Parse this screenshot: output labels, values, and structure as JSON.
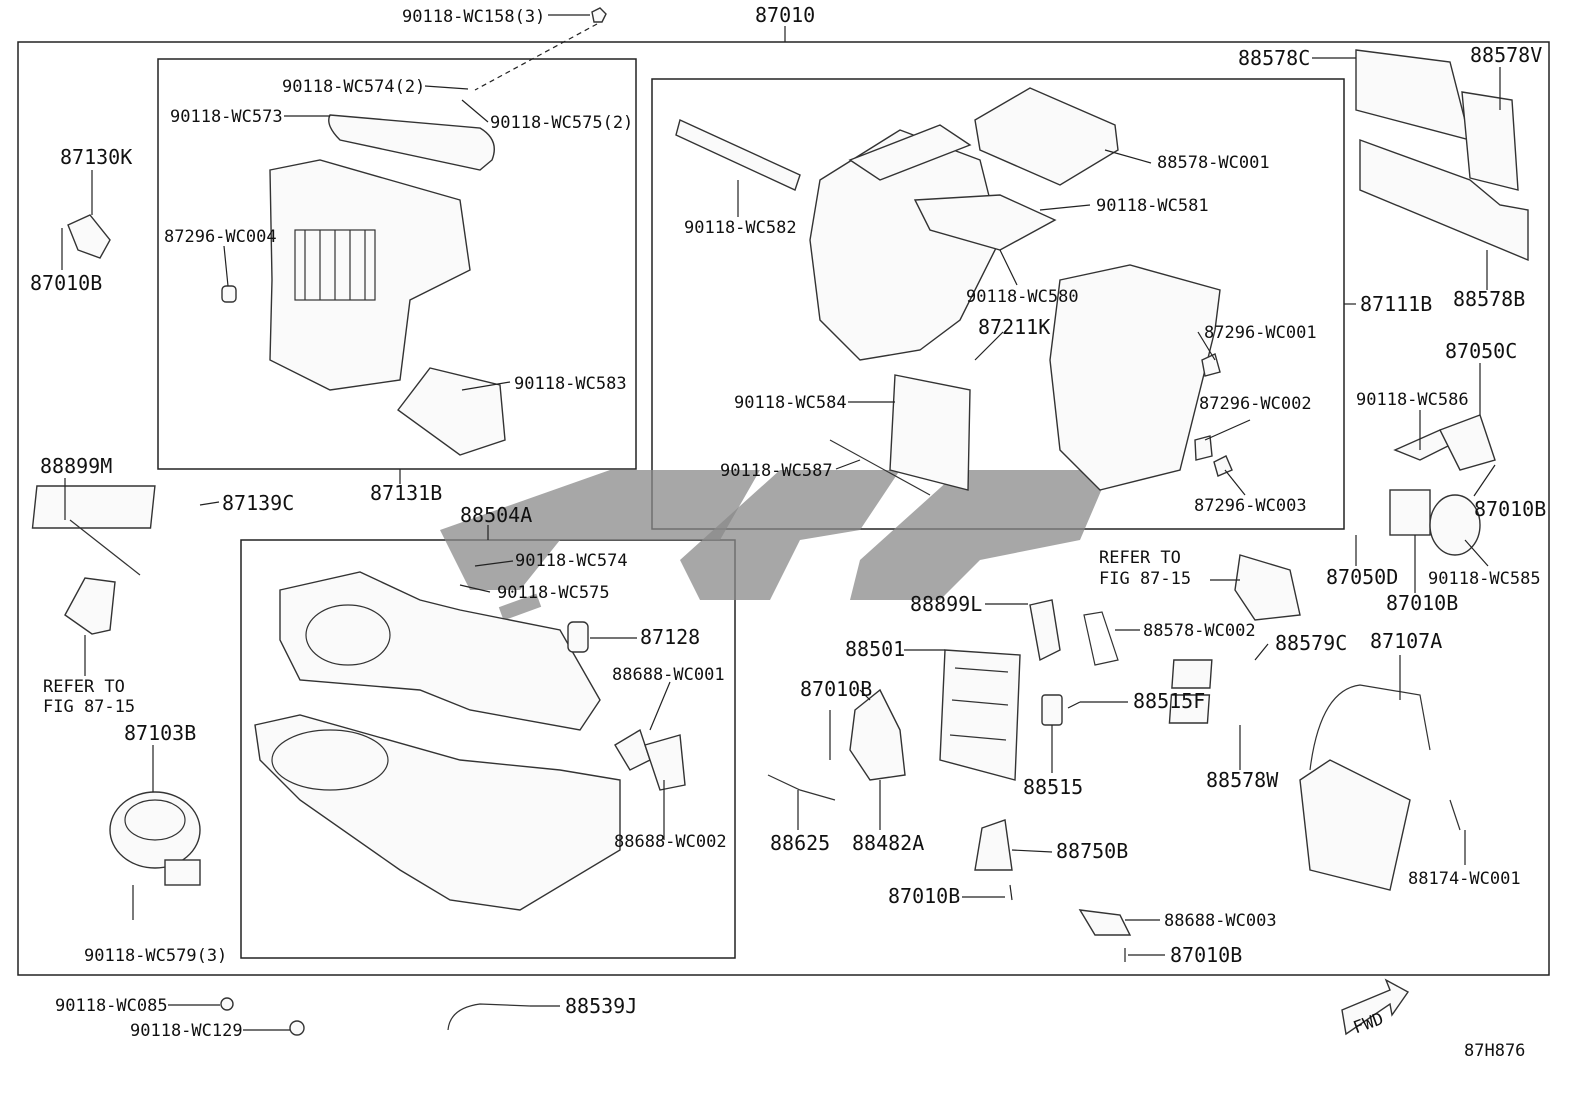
{
  "top_part": "87010",
  "diagram_code": "87H876",
  "fwd_label": "FWD",
  "labels": {
    "wc158": "90118-WC158(3)",
    "wc574_2": "90118-WC574(2)",
    "wc573": "90118-WC573",
    "wc575_2": "90118-WC575(2)",
    "k87130": "87130K",
    "b87010_a": "87010B",
    "wc004": "87296-WC004",
    "wc583": "90118-WC583",
    "b87131": "87131B",
    "m88899": "88899M",
    "c87139": "87139C",
    "refer1_l1": "REFER TO",
    "refer1_l2": "FIG 87-15",
    "b87103": "87103B",
    "wc579": "90118-WC579(3)",
    "wc085": "90118-WC085",
    "wc129": "90118-WC129",
    "j88539": "88539J",
    "a88504": "88504A",
    "wc574": "90118-WC574",
    "wc575": "90118-WC575",
    "n87128": "87128",
    "wc001_88688": "88688-WC001",
    "wc002_88688": "88688-WC002",
    "c88578": "88578C",
    "v88578": "88578V",
    "wc001_88578": "88578-WC001",
    "wc581": "90118-WC581",
    "wc582": "90118-WC582",
    "wc580": "90118-WC580",
    "k87211": "87211K",
    "b87111": "87111B",
    "b88578": "88578B",
    "wc001_87296": "87296-WC001",
    "wc002_87296": "87296-WC002",
    "wc003_87296": "87296-WC003",
    "wc584": "90118-WC584",
    "wc587": "90118-WC587",
    "c87050": "87050C",
    "wc586": "90118-WC586",
    "b87010_b": "87010B",
    "wc585": "90118-WC585",
    "d87050": "87050D",
    "b87010_c": "87010B",
    "refer2_l1": "REFER TO",
    "refer2_l2": "FIG 87-15",
    "l88899": "88899L",
    "wc002_88578": "88578-WC002",
    "n88501": "88501",
    "c88579": "88579C",
    "a87107": "87107A",
    "b87010_d": "87010B",
    "f88515": "88515F",
    "n88515": "88515",
    "w88578": "88578W",
    "n88625": "88625",
    "a88482": "88482A",
    "b88750": "88750B",
    "b87010_e": "87010B",
    "wc003_88688": "88688-WC003",
    "b87010_f": "87010B",
    "wc001_88174": "88174-WC001"
  },
  "colors": {
    "line": "#222222",
    "watermark": "#8a8a8a"
  }
}
